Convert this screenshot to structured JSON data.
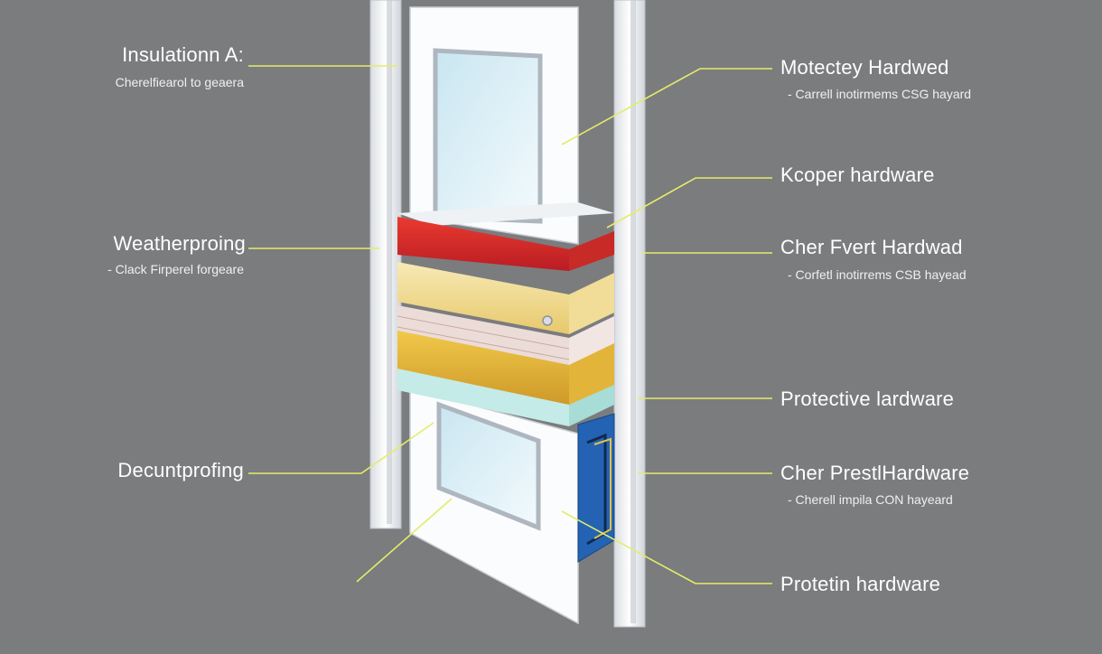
{
  "colors": {
    "background": "#7b7c7e",
    "leader_line": "#e4ec6a",
    "frame": "#f4f6f8",
    "glass": "#dff0f7",
    "layer_red": "#d42a2a",
    "layer_cream": "#f3e3a8",
    "layer_pink": "#ead7d3",
    "layer_yellow": "#e4b93c",
    "layer_teal": "#c7ece8",
    "core_blue": "#2a6fbf"
  },
  "left_labels": [
    {
      "title": "Insulationn A:",
      "subtitle": "Cherelfiearol to geaera"
    },
    {
      "title": "Weatherproing",
      "subtitle": "- Clack Firperel forgeare"
    },
    {
      "title": "Decuntprofing",
      "subtitle": ""
    }
  ],
  "right_labels": [
    {
      "title": "Motectey Hardwed",
      "subtitle": "- Carrell inotirmems CSG hayard"
    },
    {
      "title": "Kcoper hardware",
      "subtitle": ""
    },
    {
      "title": "Cher Fvert Hardwad",
      "subtitle": "- Corfetl inotirrems CSB hayead"
    },
    {
      "title": "Protective lardware",
      "subtitle": ""
    },
    {
      "title": "Cher PrestlHardware",
      "subtitle": "- Cherell impila CON hayeard"
    },
    {
      "title": "Protetin hardware",
      "subtitle": ""
    }
  ]
}
